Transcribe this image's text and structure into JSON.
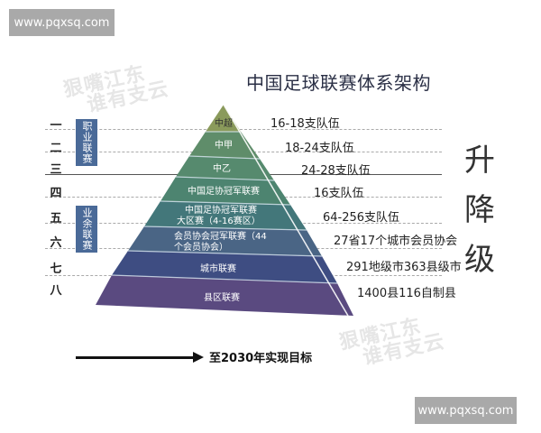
{
  "watermark": {
    "top": "www.pqxsq.com",
    "bottom": "www.pqxsq.com",
    "ghost_line1": "狠嘴江东",
    "ghost_line2": "谁有支云"
  },
  "title": "中国足球联赛体系架构",
  "levels": [
    "一",
    "二",
    "三",
    "四",
    "五",
    "六",
    "七",
    "八"
  ],
  "groups": [
    {
      "label": "职业联赛",
      "color": "#4a6a98"
    },
    {
      "label": "业余联赛",
      "color": "#4a6a98"
    }
  ],
  "pyramid": [
    {
      "name": "中超",
      "count": "16-18支队伍",
      "color": "#8a9a5b"
    },
    {
      "name": "中甲",
      "count": "18-24支队伍",
      "color": "#5f8d6a"
    },
    {
      "name": "中乙",
      "count": "24-28支队伍",
      "color": "#568a6e"
    },
    {
      "name": "中国足协冠军联赛",
      "count": "16支队伍",
      "color": "#4d8470"
    },
    {
      "name": "中国足协冠军联赛大区赛（4-16赛区）",
      "name_line1": "中国足协冠军联赛",
      "name_line2": "大区赛（4-16赛区）",
      "count": "64-256支队伍",
      "color": "#43777a"
    },
    {
      "name": "会员协会冠军联赛（44个会员协会）",
      "name_line1": "会员协会冠军联赛（44",
      "name_line2": "个会员协会）",
      "count": "27省17个城市会员协会",
      "color": "#4a6585"
    },
    {
      "name": "城市联赛",
      "count": "291地级市363县级市",
      "color": "#3e4d82"
    },
    {
      "name": "县区联赛",
      "count": "1400县116自制县",
      "color": "#5a4a80"
    }
  ],
  "side_label": [
    "升",
    "降",
    "级"
  ],
  "goal": "至2030年实现目标"
}
